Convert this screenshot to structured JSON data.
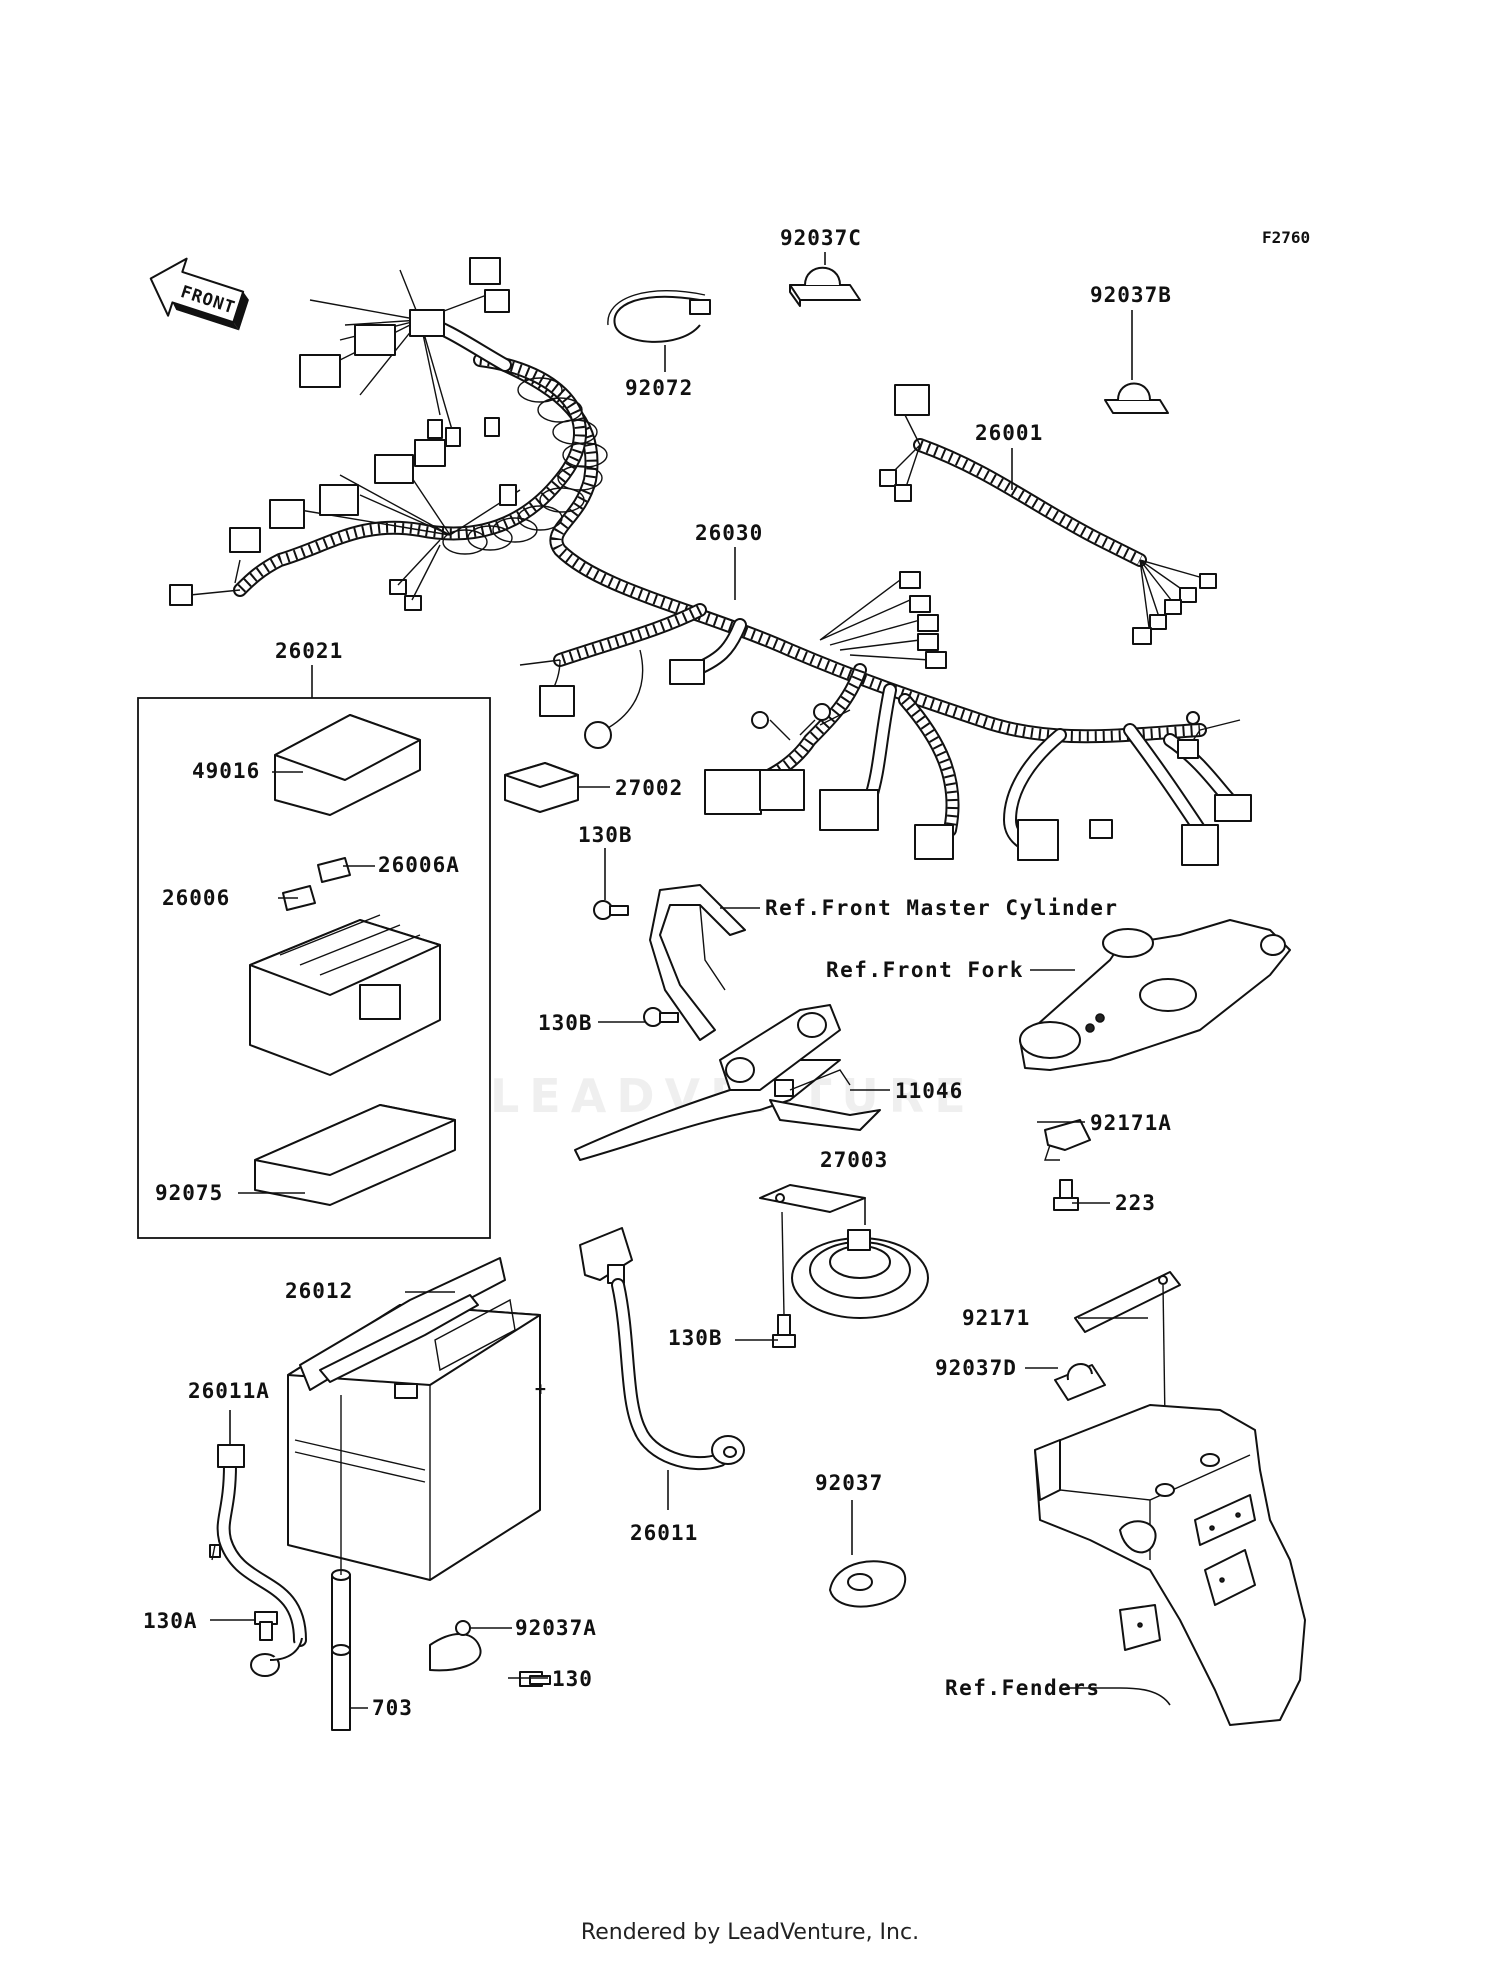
{
  "figure_code": "F2760",
  "front_arrow_label": "FRONT",
  "watermark": "LEADVENTURE",
  "footer": "Rendered by LeadVenture, Inc.",
  "callouts": [
    {
      "id": "92037C",
      "label": "92037C"
    },
    {
      "id": "92037B",
      "label": "92037B"
    },
    {
      "id": "92072",
      "label": "92072"
    },
    {
      "id": "26001",
      "label": "26001"
    },
    {
      "id": "26030",
      "label": "26030"
    },
    {
      "id": "26021",
      "label": "26021"
    },
    {
      "id": "49016",
      "label": "49016"
    },
    {
      "id": "26006A",
      "label": "26006A"
    },
    {
      "id": "26006",
      "label": "26006"
    },
    {
      "id": "92075",
      "label": "92075"
    },
    {
      "id": "27002",
      "label": "27002"
    },
    {
      "id": "130B-1",
      "label": "130B"
    },
    {
      "id": "130B-2",
      "label": "130B"
    },
    {
      "id": "130B-3",
      "label": "130B"
    },
    {
      "id": "11046",
      "label": "11046"
    },
    {
      "id": "27003",
      "label": "27003"
    },
    {
      "id": "92171A",
      "label": "92171A"
    },
    {
      "id": "223",
      "label": "223"
    },
    {
      "id": "26012",
      "label": "26012"
    },
    {
      "id": "26011A",
      "label": "26011A"
    },
    {
      "id": "130A",
      "label": "130A"
    },
    {
      "id": "703",
      "label": "703"
    },
    {
      "id": "92037A",
      "label": "92037A"
    },
    {
      "id": "130",
      "label": "130"
    },
    {
      "id": "26011",
      "label": "26011"
    },
    {
      "id": "92037",
      "label": "92037"
    },
    {
      "id": "92171",
      "label": "92171"
    },
    {
      "id": "92037D",
      "label": "92037D"
    }
  ],
  "references": {
    "master_cylinder": "Ref.Front Master Cylinder",
    "front_fork": "Ref.Front Fork",
    "fenders": "Ref.Fenders"
  }
}
